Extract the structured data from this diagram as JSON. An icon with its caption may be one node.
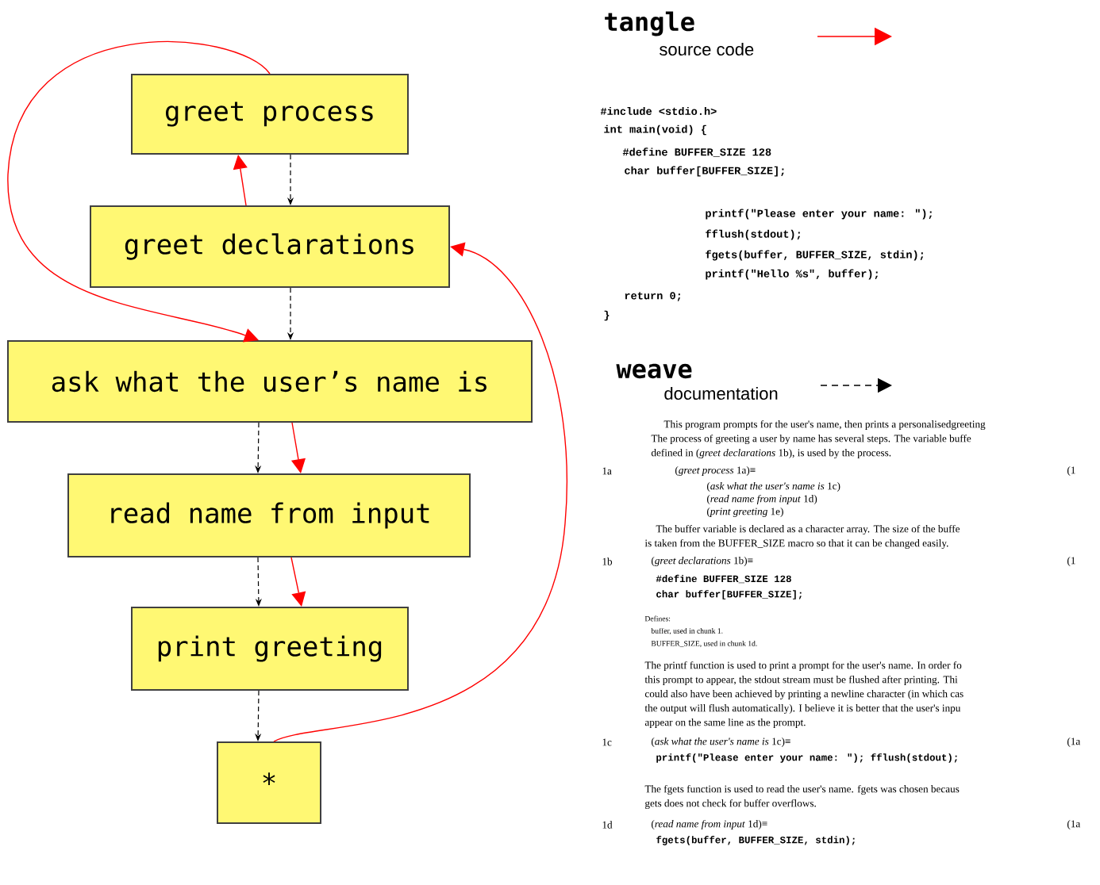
{
  "diagram": {
    "nodes": [
      {
        "text": [
          "greet process"
        ]
      },
      {
        "text": [
          "greet declarations"
        ]
      },
      {
        "text": [
          "ask what the user’s name is"
        ]
      },
      {
        "text": [
          "read name from input"
        ]
      },
      {
        "text": [
          "print greeting"
        ]
      },
      {
        "text": [
          "*"
        ]
      }
    ],
    "edges": [
      {
        "from": 0,
        "to": 1,
        "arrow": "to",
        "style": "dashed",
        "color": "#000000"
      },
      {
        "from": 1,
        "to": 2,
        "arrow": "to",
        "style": "dashed",
        "color": "#000000"
      },
      {
        "from": 2,
        "to": 3,
        "arrow": "to",
        "style": "dashed",
        "color": "#000000"
      },
      {
        "from": 3,
        "to": 4,
        "arrow": "to",
        "style": "dashed",
        "color": "#000000"
      },
      {
        "from": 4,
        "to": 5,
        "arrow": "to",
        "style": "dashed",
        "color": "#000000"
      },
      {
        "from": 5,
        "to": 1,
        "arrow": "to",
        "color": "#ff0000"
      },
      {
        "from": 1,
        "to": 0,
        "arrow": "to",
        "color": "#ff0000"
      },
      {
        "from": 0,
        "to": 2,
        "arrow": "to",
        "color": "#ff0000"
      },
      {
        "from": 2,
        "to": 3,
        "arrow": "to",
        "color": "#ff0000"
      },
      {
        "from": 3,
        "to": 4,
        "arrow": "to",
        "color": "#ff0000"
      }
    ],
    "labels": [
      "source code",
      "#include <stdio.h>",
      "int main(void) {",
      "#define BUFFER_SIZE 128",
      "char buffer[BUFFER_SIZE];",
      "printf(\"Please enter your name: \");",
      "fflush(stdout);",
      "fgets(buffer, BUFFER_SIZE, stdin);",
      "printf(\"Hello %s\", buffer);",
      "return 0;",
      "}",
      "documentation",
      "This program prompts for the user's name, then prints a personalisedgreeting",
      "The process of greeting a user by name has several steps. The variable buffe",
      "defined in (*greet declarations* 1b), is used by the process.",
      "1a",
      "(*greet process* 1a)≡",
      "(1",
      "(*ask what the user's name is* 1c)",
      "(*read name from input* 1d)",
      "(*print greeting* 1e)",
      "The buffer variable is declared as a character array. The size of the buffe",
      "is taken from the BUFFER_SIZE macro so that it can be changed easily.",
      "1b",
      "(*greet declarations* 1b)≡",
      "(1",
      "#define BUFFER_SIZE 128",
      "char buffer[BUFFER_SIZE];",
      "Defines:",
      "buffer, used in chunk 1.",
      "BUFFER_SIZE, used in chunk 1d.",
      "The printf function is used to print a prompt for the user's name. In order fo",
      "this prompt to appear, the stdout stream must be flushed after printing. Thi",
      "could also have been achieved by printing a newline character (in which cas",
      "the output will flush automatically). I believe it is better that the user's inpu",
      "appear on the same line as the prompt.",
      "1c",
      "(*ask what the user's name is* 1c)≡",
      "(1a",
      "printf(\"Please enter your name: \"); fflush(stdout);",
      "The fgets function is used to read the user's name. fgets was chosen becaus",
      "gets does not check for buffer overflows.",
      "1d",
      "(*read name from input* 1d)≡",
      "(1a",
      "fgets(buffer, BUFFER_SIZE, stdin);"
    ],
    "legend": [
      {
        "text": "tangle"
      },
      {
        "text": "weave"
      }
    ]
  }
}
